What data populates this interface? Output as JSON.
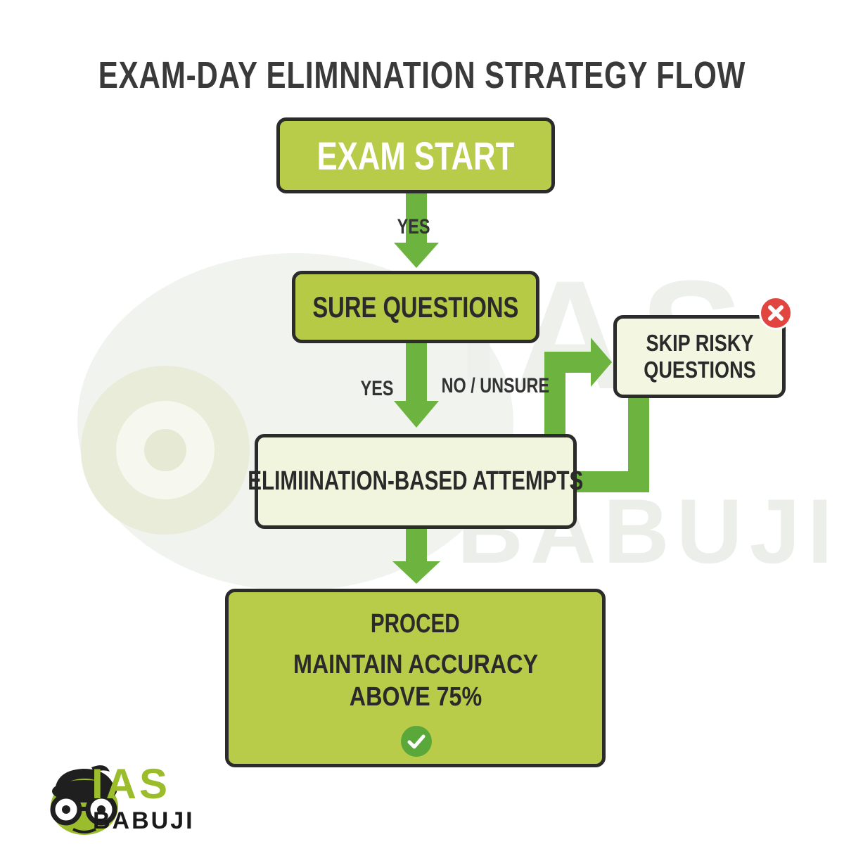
{
  "title": "EXAM-DAY ELIMNNATION STRATEGY FLOW",
  "nodes": {
    "start": "EXAM START",
    "sure": "SURE QUESTIONS",
    "elimination": "ELIMIINATION-BASED ATTEMPTS",
    "skip": "SKIP RISKY QUESTIONS",
    "proceed_title": "PROCED",
    "proceed_text": "MAINTAIN ACCURACY ABOVE 75%"
  },
  "edges": {
    "yes_1": "YES",
    "yes_2": "YES",
    "no_unsure": "NO / UNSURE"
  },
  "icons": {
    "skip_badge": "close-icon",
    "proceed_badge": "check-icon"
  },
  "logo": {
    "word1": "IAS",
    "word2": "BABUJI"
  },
  "watermark": {
    "word1": "IAS",
    "word2": "BABUJI"
  },
  "colors": {
    "box_green": "#b8cc4a",
    "box_light": "#f1f5dd",
    "arrow_green": "#6cb33f",
    "close_red": "#e0453f",
    "check_green": "#5aa83a"
  }
}
